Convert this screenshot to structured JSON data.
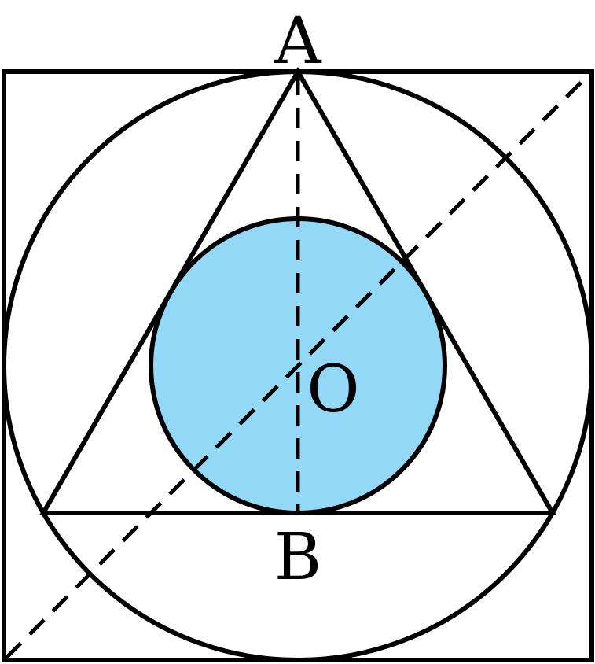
{
  "labels": {
    "top_vertex": "A",
    "base_midpoint": "B",
    "center": "O"
  },
  "colors": {
    "line": "#000000",
    "inscribed_circle_fill": "#93d8f7",
    "background": "#ffffff"
  }
}
